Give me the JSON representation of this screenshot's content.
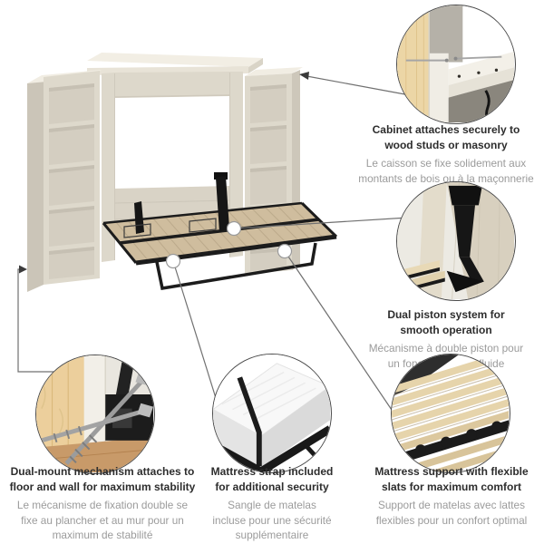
{
  "infographic": {
    "subject": "wall-bed-with-bookcase-towers",
    "colors": {
      "cabinet_beige": "#ddd8cb",
      "cabinet_top": "#f1ede3",
      "deck_tan": "#cfbd9e",
      "frame_black": "#1a1a1a",
      "wood_light": "#ecd5a4",
      "floor_wood": "#c89a69",
      "text_dark": "#2d2d2d",
      "text_gray": "#9b9b9b",
      "connector_gray": "#707070"
    },
    "callouts": [
      {
        "id": "cabinet-attach",
        "title_lines": [
          "Cabinet attaches securely to",
          "wood studs or masonry"
        ],
        "desc_lines": [
          "Le caisson se fixe solidement aux",
          "montants de bois ou à la maçonnerie"
        ]
      },
      {
        "id": "dual-piston",
        "title_lines": [
          "Dual piston system for",
          "smooth operation"
        ],
        "desc_lines": [
          "Mécanisme à double piston pour",
          "un fonctionnement fluide"
        ]
      },
      {
        "id": "dual-mount",
        "title_lines": [
          "Dual-mount mechanism attaches to",
          "floor and wall for maximum stability"
        ],
        "desc_lines": [
          "Le mécanisme de fixation double se",
          "fixe au plancher et au mur pour un",
          "maximum de stabilité"
        ]
      },
      {
        "id": "mattress-strap",
        "title_lines": [
          "Mattress strap included",
          "for additional security"
        ],
        "desc_lines": [
          "Sangle de matelas",
          "incluse pour une sécurité",
          "supplémentaire"
        ]
      },
      {
        "id": "flexible-slats",
        "title_lines": [
          "Mattress support with flexible",
          "slats for maximum comfort"
        ],
        "desc_lines": [
          "Support de matelas avec lattes",
          "flexibles pour un confort optimal"
        ]
      }
    ]
  }
}
